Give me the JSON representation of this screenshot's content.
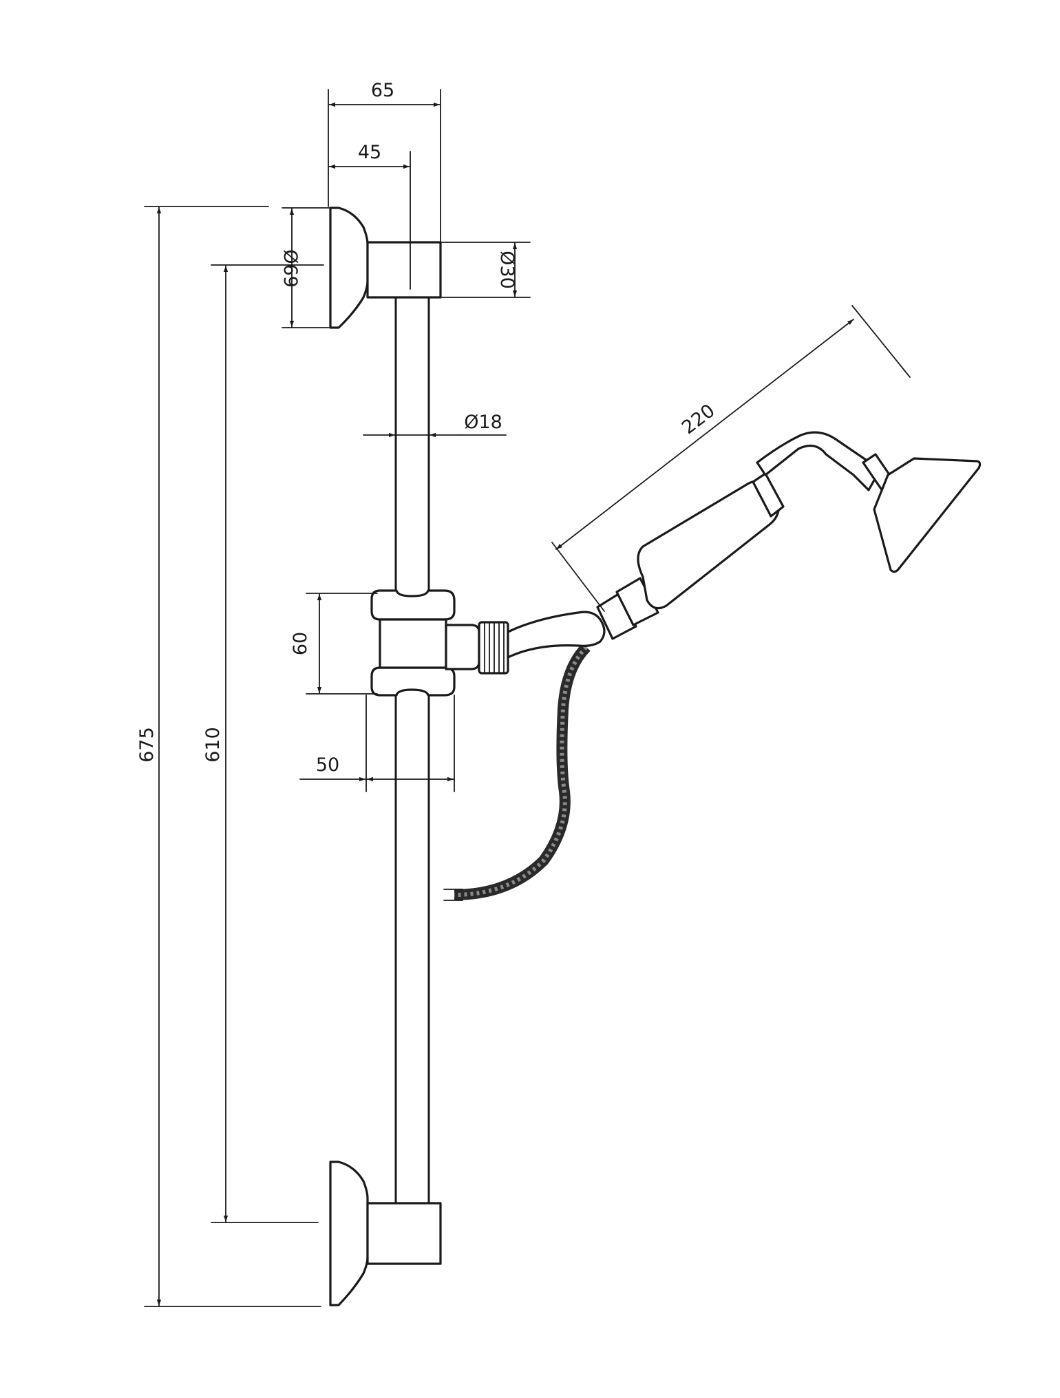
{
  "dimensions": {
    "bracket_projection": "65",
    "bracket_depth": "45",
    "wall_flange_diameter": "Ø69",
    "bracket_diameter": "Ø30",
    "rail_diameter": "Ø18",
    "handset_length": "220",
    "slider_height": "60",
    "slider_width": "50",
    "rail_overall_length": "675",
    "bracket_centres": "610"
  }
}
